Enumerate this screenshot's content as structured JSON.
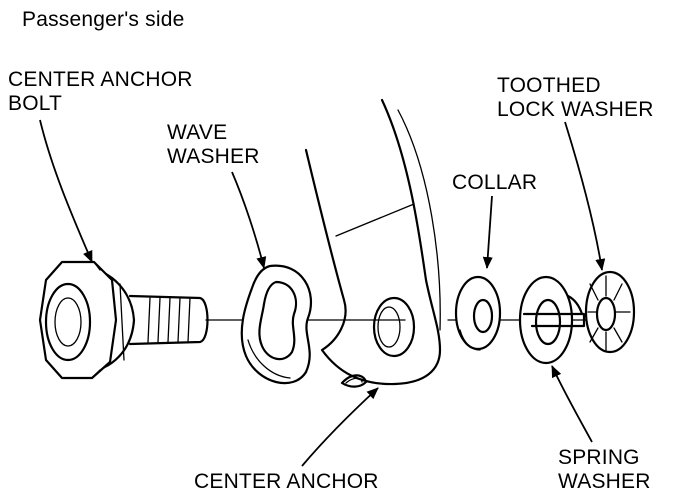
{
  "title": "Passenger's side",
  "labels": {
    "center_anchor_bolt": [
      "CENTER ANCHOR",
      "BOLT"
    ],
    "wave_washer": [
      "WAVE",
      "WASHER"
    ],
    "collar": [
      "COLLAR"
    ],
    "toothed_lock_washer": [
      "TOOTHED",
      "LOCK WASHER"
    ],
    "spring_washer": [
      "SPRING",
      "WASHER"
    ],
    "center_anchor": [
      "CENTER ANCHOR"
    ]
  }
}
